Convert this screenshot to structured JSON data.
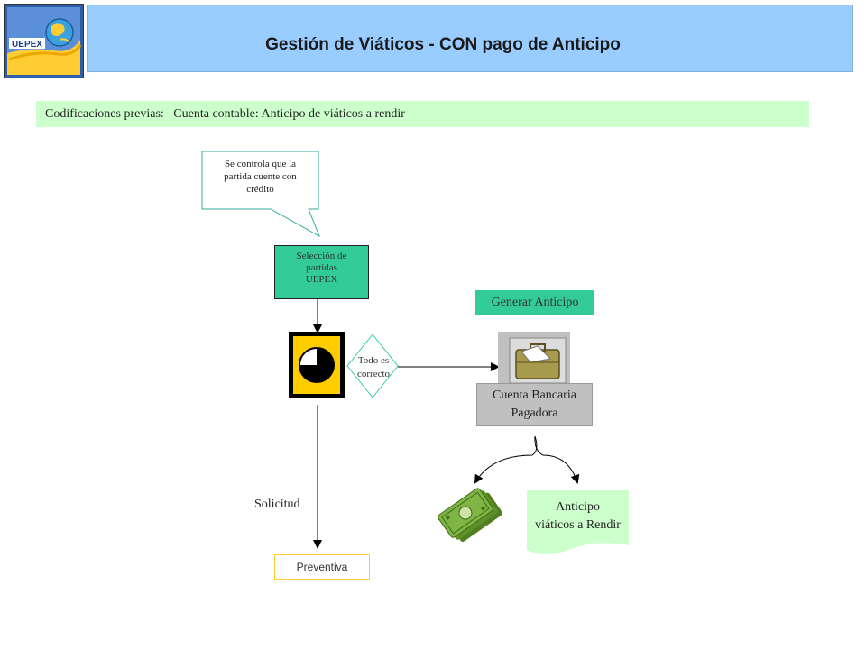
{
  "header": {
    "logo_text": "UEPEX",
    "title": "Gestión de Viáticos  - CON pago de Anticipo"
  },
  "codificaciones": "Codificaciones previas:   Cuenta contable: Anticipo de viáticos a rendir",
  "callout": {
    "line1": "Se controla que la",
    "line2": "partida cuente con",
    "line3": "crédito"
  },
  "seleccion": {
    "line1": "Selección de",
    "line2": "partidas",
    "line3": "UEPEX"
  },
  "decision": {
    "line1": "Todo es",
    "line2": "correcto"
  },
  "generar_anticipo": "Generar Anticipo",
  "cuenta_bancaria": {
    "line1": "Cuenta Bancaria",
    "line2": "Pagadora"
  },
  "solicitud": "Solicitud",
  "preventiva": "Preventiva",
  "anticipo_doc": {
    "line1": "Anticipo",
    "line2": "viáticos a Rendir"
  },
  "icons": [
    "uepex-logo",
    "clock-icon",
    "briefcase-icon",
    "money-icon"
  ],
  "colors": {
    "title_bar": "#99ccff",
    "codif_bar": "#ccffcc",
    "process_green": "#33cc99",
    "account_gray": "#c0c0c0",
    "clock_yellow": "#ffcc00",
    "money_green": "#66aa33"
  }
}
